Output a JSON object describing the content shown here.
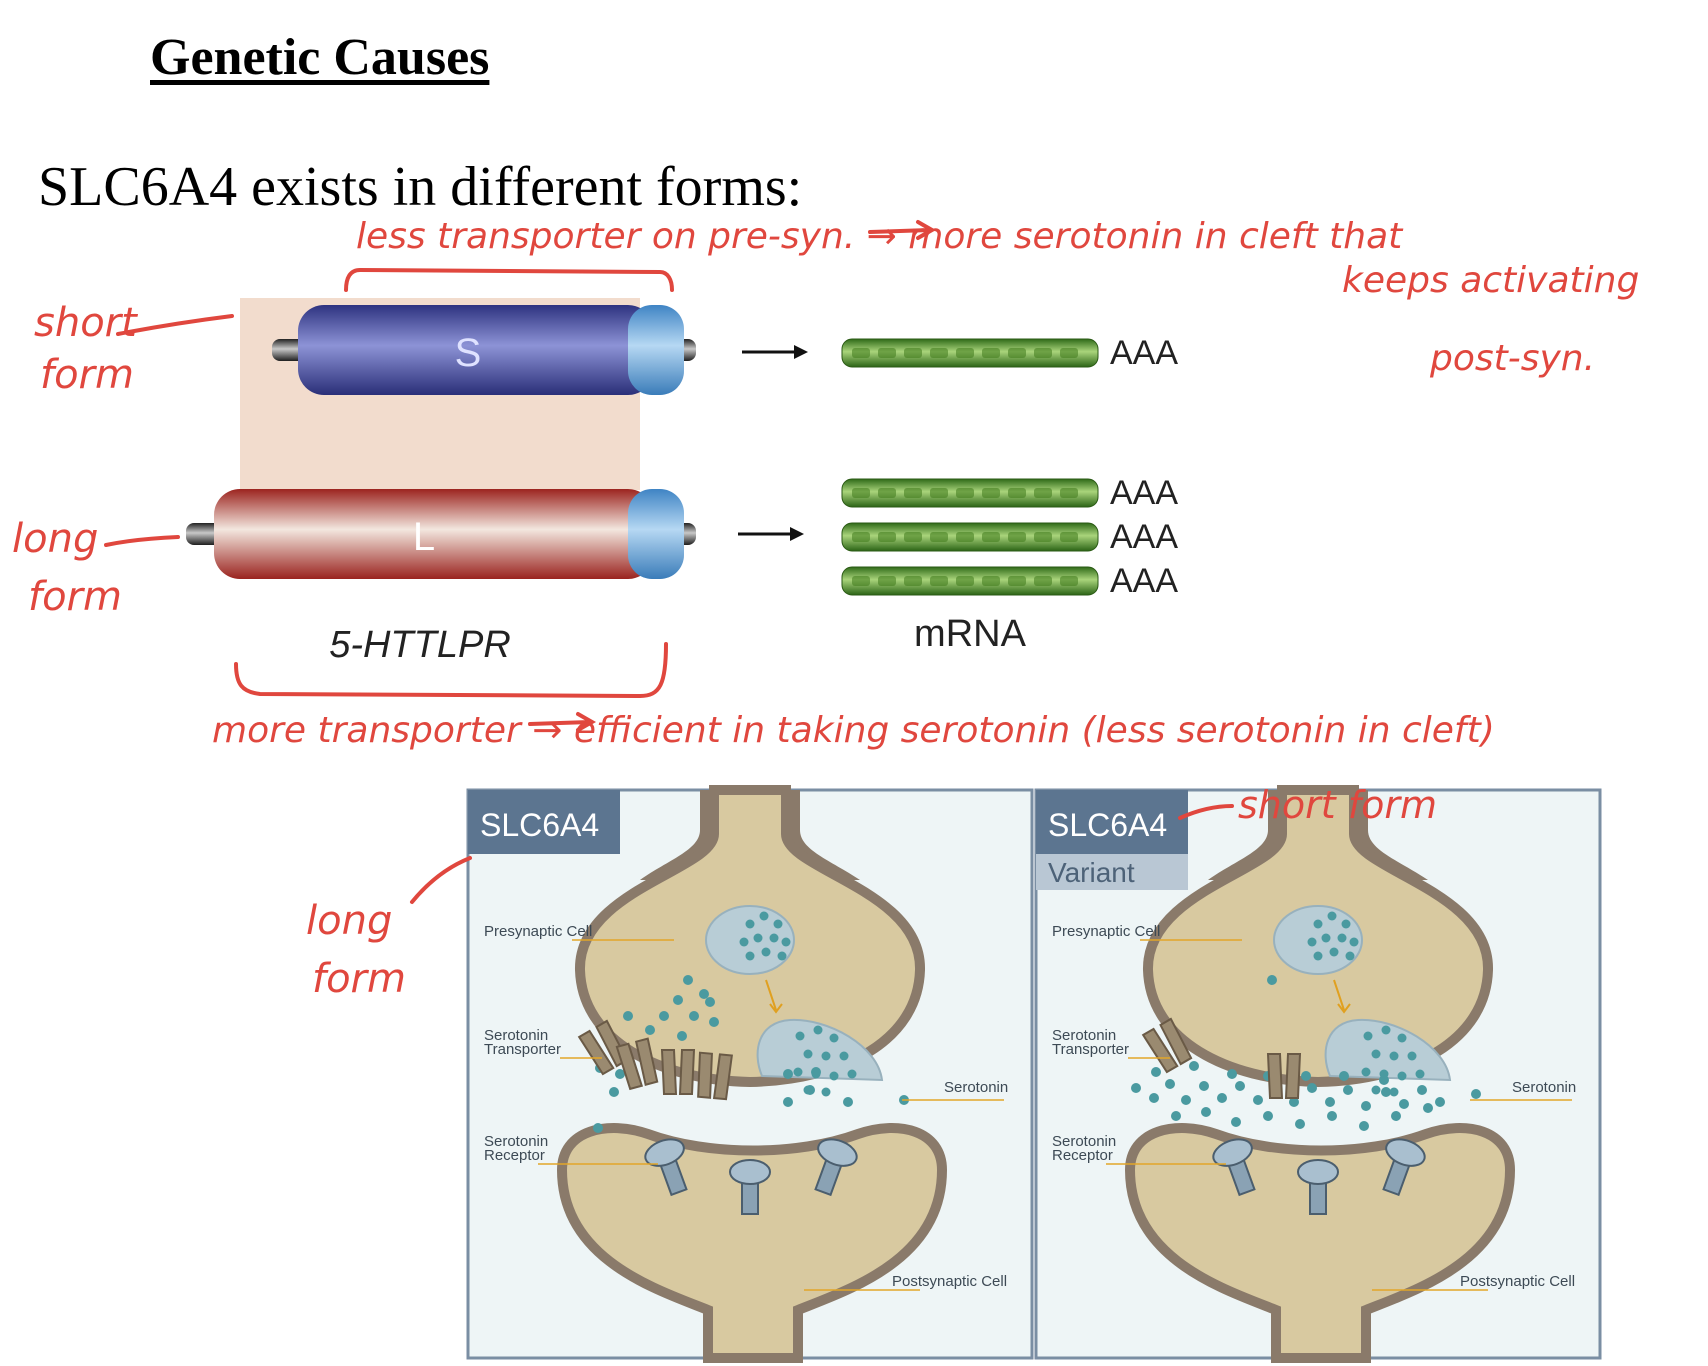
{
  "title": "Genetic Causes",
  "subtitle": "SLC6A4 exists in different forms:",
  "gene_diagram": {
    "short_allele_label": "S",
    "long_allele_label": "L",
    "promoter_label": "5-HTTLPR",
    "product_label": "mRNA",
    "polyA_label": "AAA",
    "short_mrna_count": 1,
    "long_mrna_count": 3,
    "colors": {
      "short": "#4a4f9e",
      "long": "#b5322c",
      "cap": "#6aa8dc",
      "mrna": "#4c8a24",
      "shade": "#f2dccd"
    }
  },
  "synapse_panels": [
    {
      "header": "SLC6A4",
      "variant_label": "",
      "labels": {
        "presynaptic": "Presynaptic Cell",
        "transporter_line1": "Serotonin",
        "transporter_line2": "Transporter",
        "serotonin": "Serotonin",
        "receptor_line1": "Serotonin",
        "receptor_line2": "Receptor",
        "postsynaptic": "Postsynaptic Cell"
      }
    },
    {
      "header": "SLC6A4",
      "variant_label": "Variant",
      "labels": {
        "presynaptic": "Presynaptic Cell",
        "transporter_line1": "Serotonin",
        "transporter_line2": "Transporter",
        "serotonin": "Serotonin",
        "receptor_line1": "Serotonin",
        "receptor_line2": "Receptor",
        "postsynaptic": "Postsynaptic Cell"
      }
    }
  ],
  "annotations": {
    "short_form_line1": "short",
    "short_form_line2": "form",
    "long_form_line1": "long",
    "long_form_line2": "form",
    "top_note": "less transporter on pre-syn. → more serotonin in cleft that",
    "top_note_line2": "keeps activating",
    "top_note_line3": "post-syn.",
    "bottom_note": "more transporter → efficient in taking serotonin (less serotonin in cleft)",
    "panel1_note_line1": "long",
    "panel1_note_line2": "form",
    "panel2_note": "short form"
  },
  "colors": {
    "annotation": "#e0473e",
    "panel_border": "#7a8ea3",
    "panel_bg": "#eef5f6",
    "header_bg": "#5c7590",
    "cell": "#d8c9a0",
    "stalk": "#8a7a6a",
    "vesicle": "#b8cdd6",
    "dot": "#4a9aa0"
  }
}
